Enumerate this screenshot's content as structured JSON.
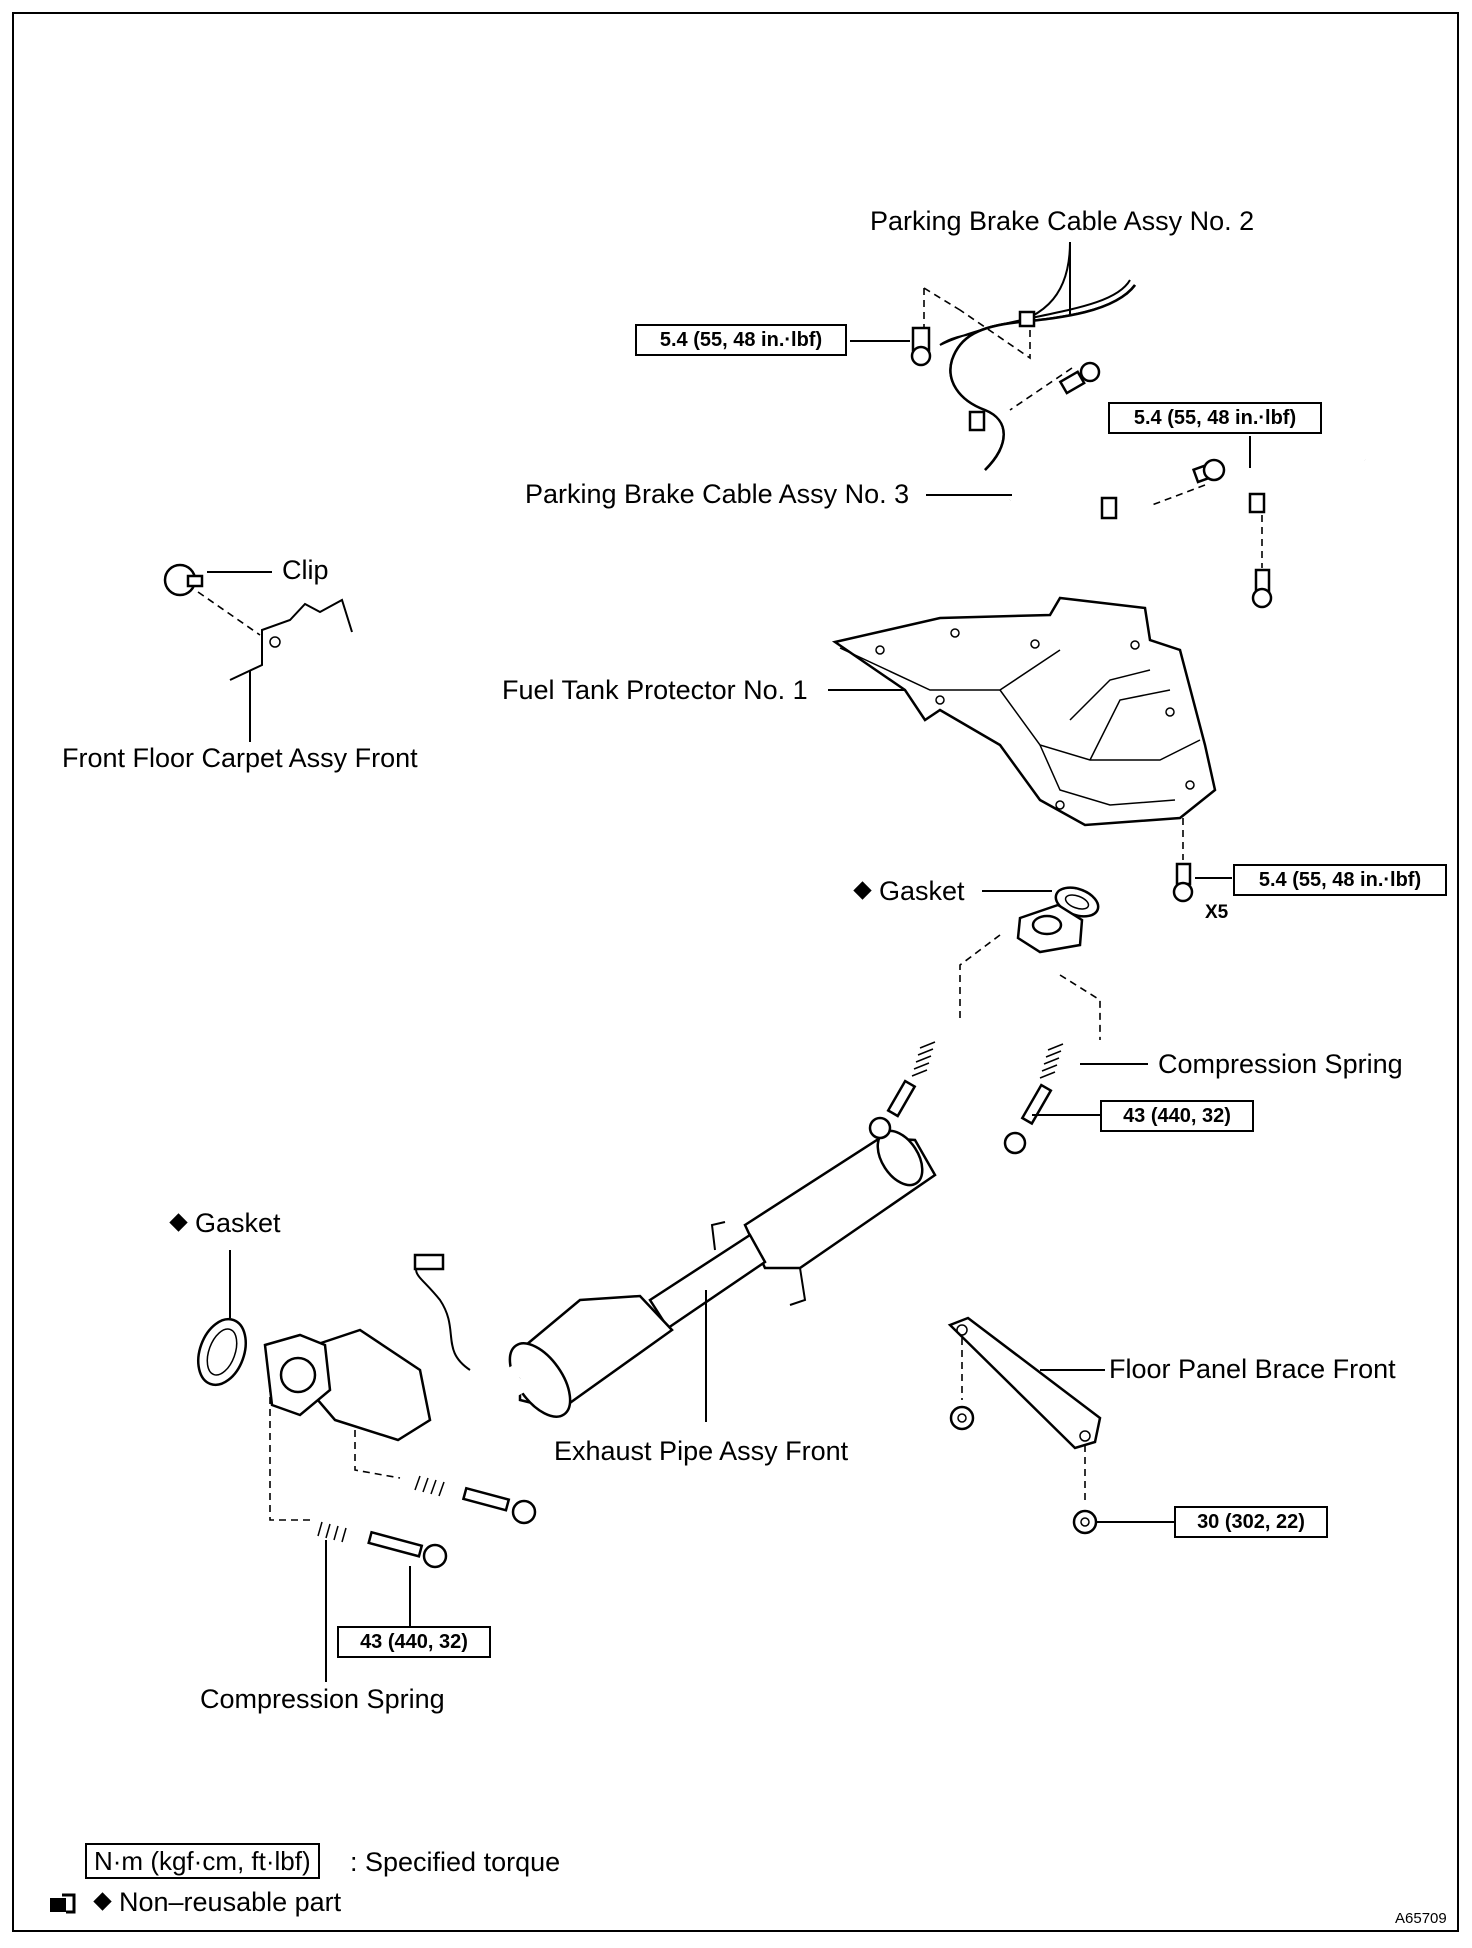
{
  "labels": {
    "cable2": "Parking Brake Cable Assy No. 2",
    "cable3": "Parking Brake Cable Assy No. 3",
    "clip": "Clip",
    "carpet": "Front Floor Carpet Assy Front",
    "protector": "Fuel Tank Protector No. 1",
    "gasket_upper": "Gasket",
    "gasket_lower": "Gasket",
    "spring_right": "Compression Spring",
    "spring_bottom": "Compression Spring",
    "exhaust": "Exhaust Pipe Assy Front",
    "brace": "Floor Panel Brace Front"
  },
  "torques": {
    "cable2": "5.4 (55, 48 in.·lbf)",
    "cable3": "5.4 (55, 48 in.·lbf)",
    "protector": "5.4 (55, 48 in.·lbf)",
    "spring_right": "43 (440, 32)",
    "spring_bottom": "43 (440, 32)",
    "brace": "30 (302, 22)"
  },
  "protector_qty": "X5",
  "legend": {
    "torque_box": "N·m (kgf·cm, ft·lbf)",
    "torque_text": ": Specified torque",
    "nonreusable_text": "Non–reusable part"
  },
  "figure_id": "A65709"
}
